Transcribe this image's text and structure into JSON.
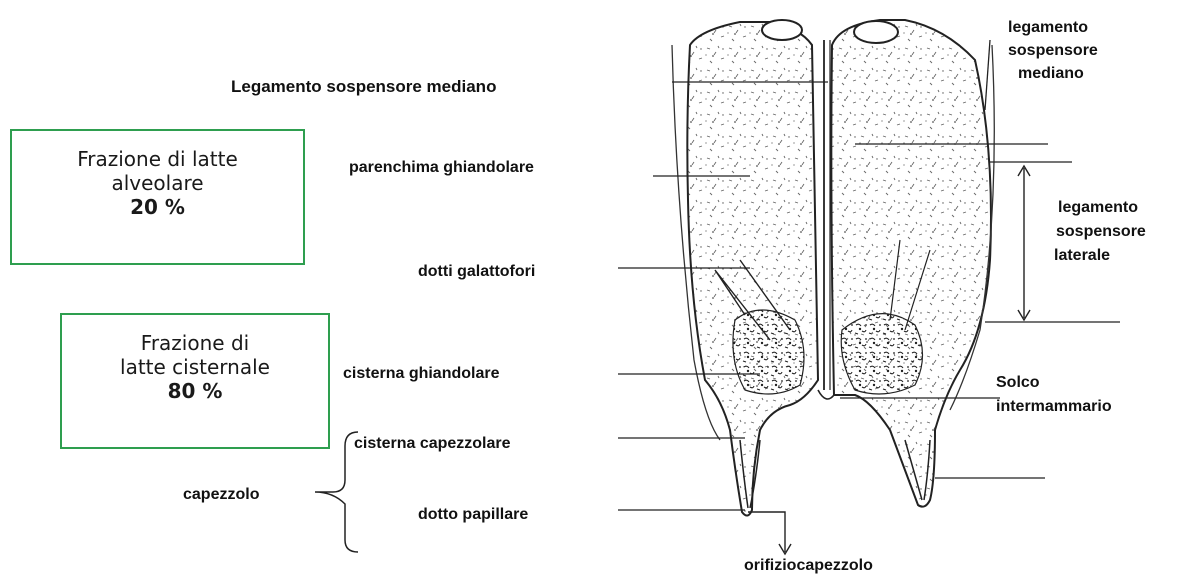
{
  "colors": {
    "box_border": "#2e9e4f",
    "ink": "#111111"
  },
  "boxes": {
    "alveolar": {
      "line1": "Frazione di latte",
      "line2": "alveolare",
      "pct": "20 %"
    },
    "cisternal": {
      "line1": "Frazione di",
      "line2": "latte cisternale",
      "pct": "80 %"
    }
  },
  "labels": {
    "legamento_sosp_mediano_left": "Legamento sospensore mediano",
    "parenchima": "parenchima ghiandolare",
    "dotti": "dotti galattofori",
    "cisterna_ghiandolare": "cisterna ghiandolare",
    "cisterna_capezzolare": "cisterna capezzolare",
    "capezzolo": "capezzolo",
    "dotto_papillare": "dotto papillare",
    "orifizio": "orifiziocapezzolo",
    "legamento_sosp_mediano_right_1": "legamento",
    "legamento_sosp_mediano_right_2": "sospensore",
    "legamento_sosp_mediano_right_3": "mediano",
    "legamento_laterale_1": "legamento",
    "legamento_laterale_2": "sospensore",
    "legamento_laterale_3": "laterale",
    "solco_1": "Solco",
    "solco_2": "intermammario"
  }
}
